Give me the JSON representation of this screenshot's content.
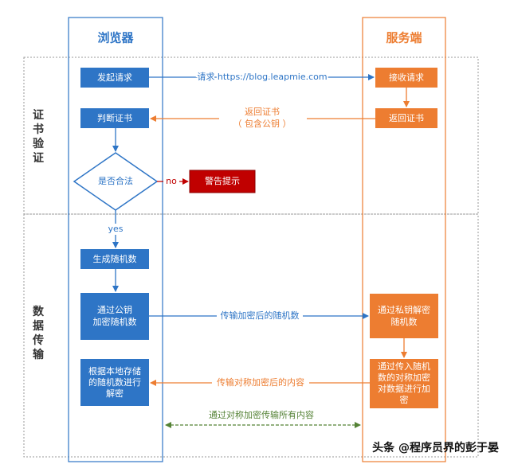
{
  "columns": {
    "browser": "浏览器",
    "server": "服务端"
  },
  "sections": {
    "cert": [
      "证",
      "书",
      "验",
      "证"
    ],
    "data": [
      "数",
      "据",
      "传",
      "输"
    ]
  },
  "nodes": {
    "send_request": "发起请求",
    "judge_cert": "判断证书",
    "is_valid": "是否合法",
    "warning": "警告提示",
    "gen_random": "生成随机数",
    "encrypt_random": [
      "通过公钥",
      "加密随机数"
    ],
    "decrypt_local": [
      "根据本地存储",
      "的随机数进行",
      "解密"
    ],
    "receive_request": "接收请求",
    "return_cert": "返回证书",
    "private_decrypt": [
      "通过私钥解密",
      "随机数"
    ],
    "server_encrypt": [
      "通过传入随机",
      "数的对称加密",
      "对数据进行加",
      "密"
    ]
  },
  "edges": {
    "request": "请求 https://blog.leapmie.com",
    "return_cert": [
      "返回证书",
      "（ 包含公钥 ）"
    ],
    "no": "no",
    "yes": "yes",
    "send_encrypted_random": "传输加密后的随机数",
    "send_encrypted_content": "传输对称加密后的内容",
    "symmetric_all": "通过对称加密传输所有内容"
  },
  "watermark": "头条 @程序员界的彭于晏",
  "colors": {
    "blue": "#2e75c6",
    "orange": "#ed7d31",
    "red": "#c00000",
    "green": "#548235"
  }
}
